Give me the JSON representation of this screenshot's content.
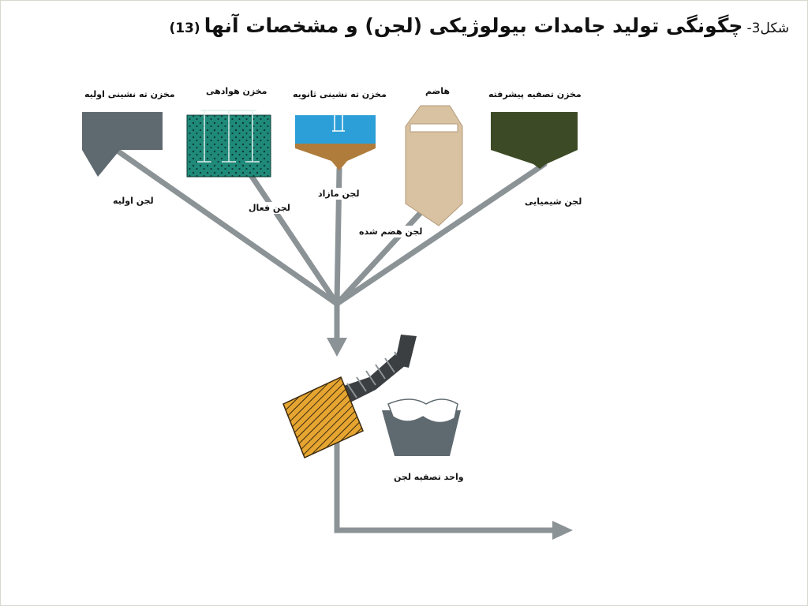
{
  "title": {
    "figure_label": "شکل3-",
    "text": "چگونگی تولید جامدات بیولوژیکی (لجن) و مشخصات آنها",
    "reference": "(13)"
  },
  "tanks": {
    "primary_settling": "مخزن ته نشینی اولیه",
    "aeration": "مخزن هوادهی",
    "secondary_settling": "مخزن ته نشینی ثانویه",
    "digester": "هاضم",
    "advanced_treatment": "مخزن تصفیه پیشرفته"
  },
  "sludge": {
    "primary": "لجن اولیه",
    "activated": "لجن فعال",
    "excess": "لجن مازاد",
    "digested": "لجن هضم شده",
    "chemical": "لجن شیمیایی"
  },
  "units": {
    "treatment_unit": "واحد تصفیه لجن"
  },
  "colors": {
    "pipe": "#8c9396",
    "primary_tank": "#5f6a70",
    "aeration_tank": "#1f8a7a",
    "secondary_water": "#2d9fd8",
    "secondary_sludge": "#b07c3c",
    "digester": "#d8c2a2",
    "advanced_tank": "#3d4a26",
    "press": "#e6a530",
    "screw": "#3c3f41"
  }
}
